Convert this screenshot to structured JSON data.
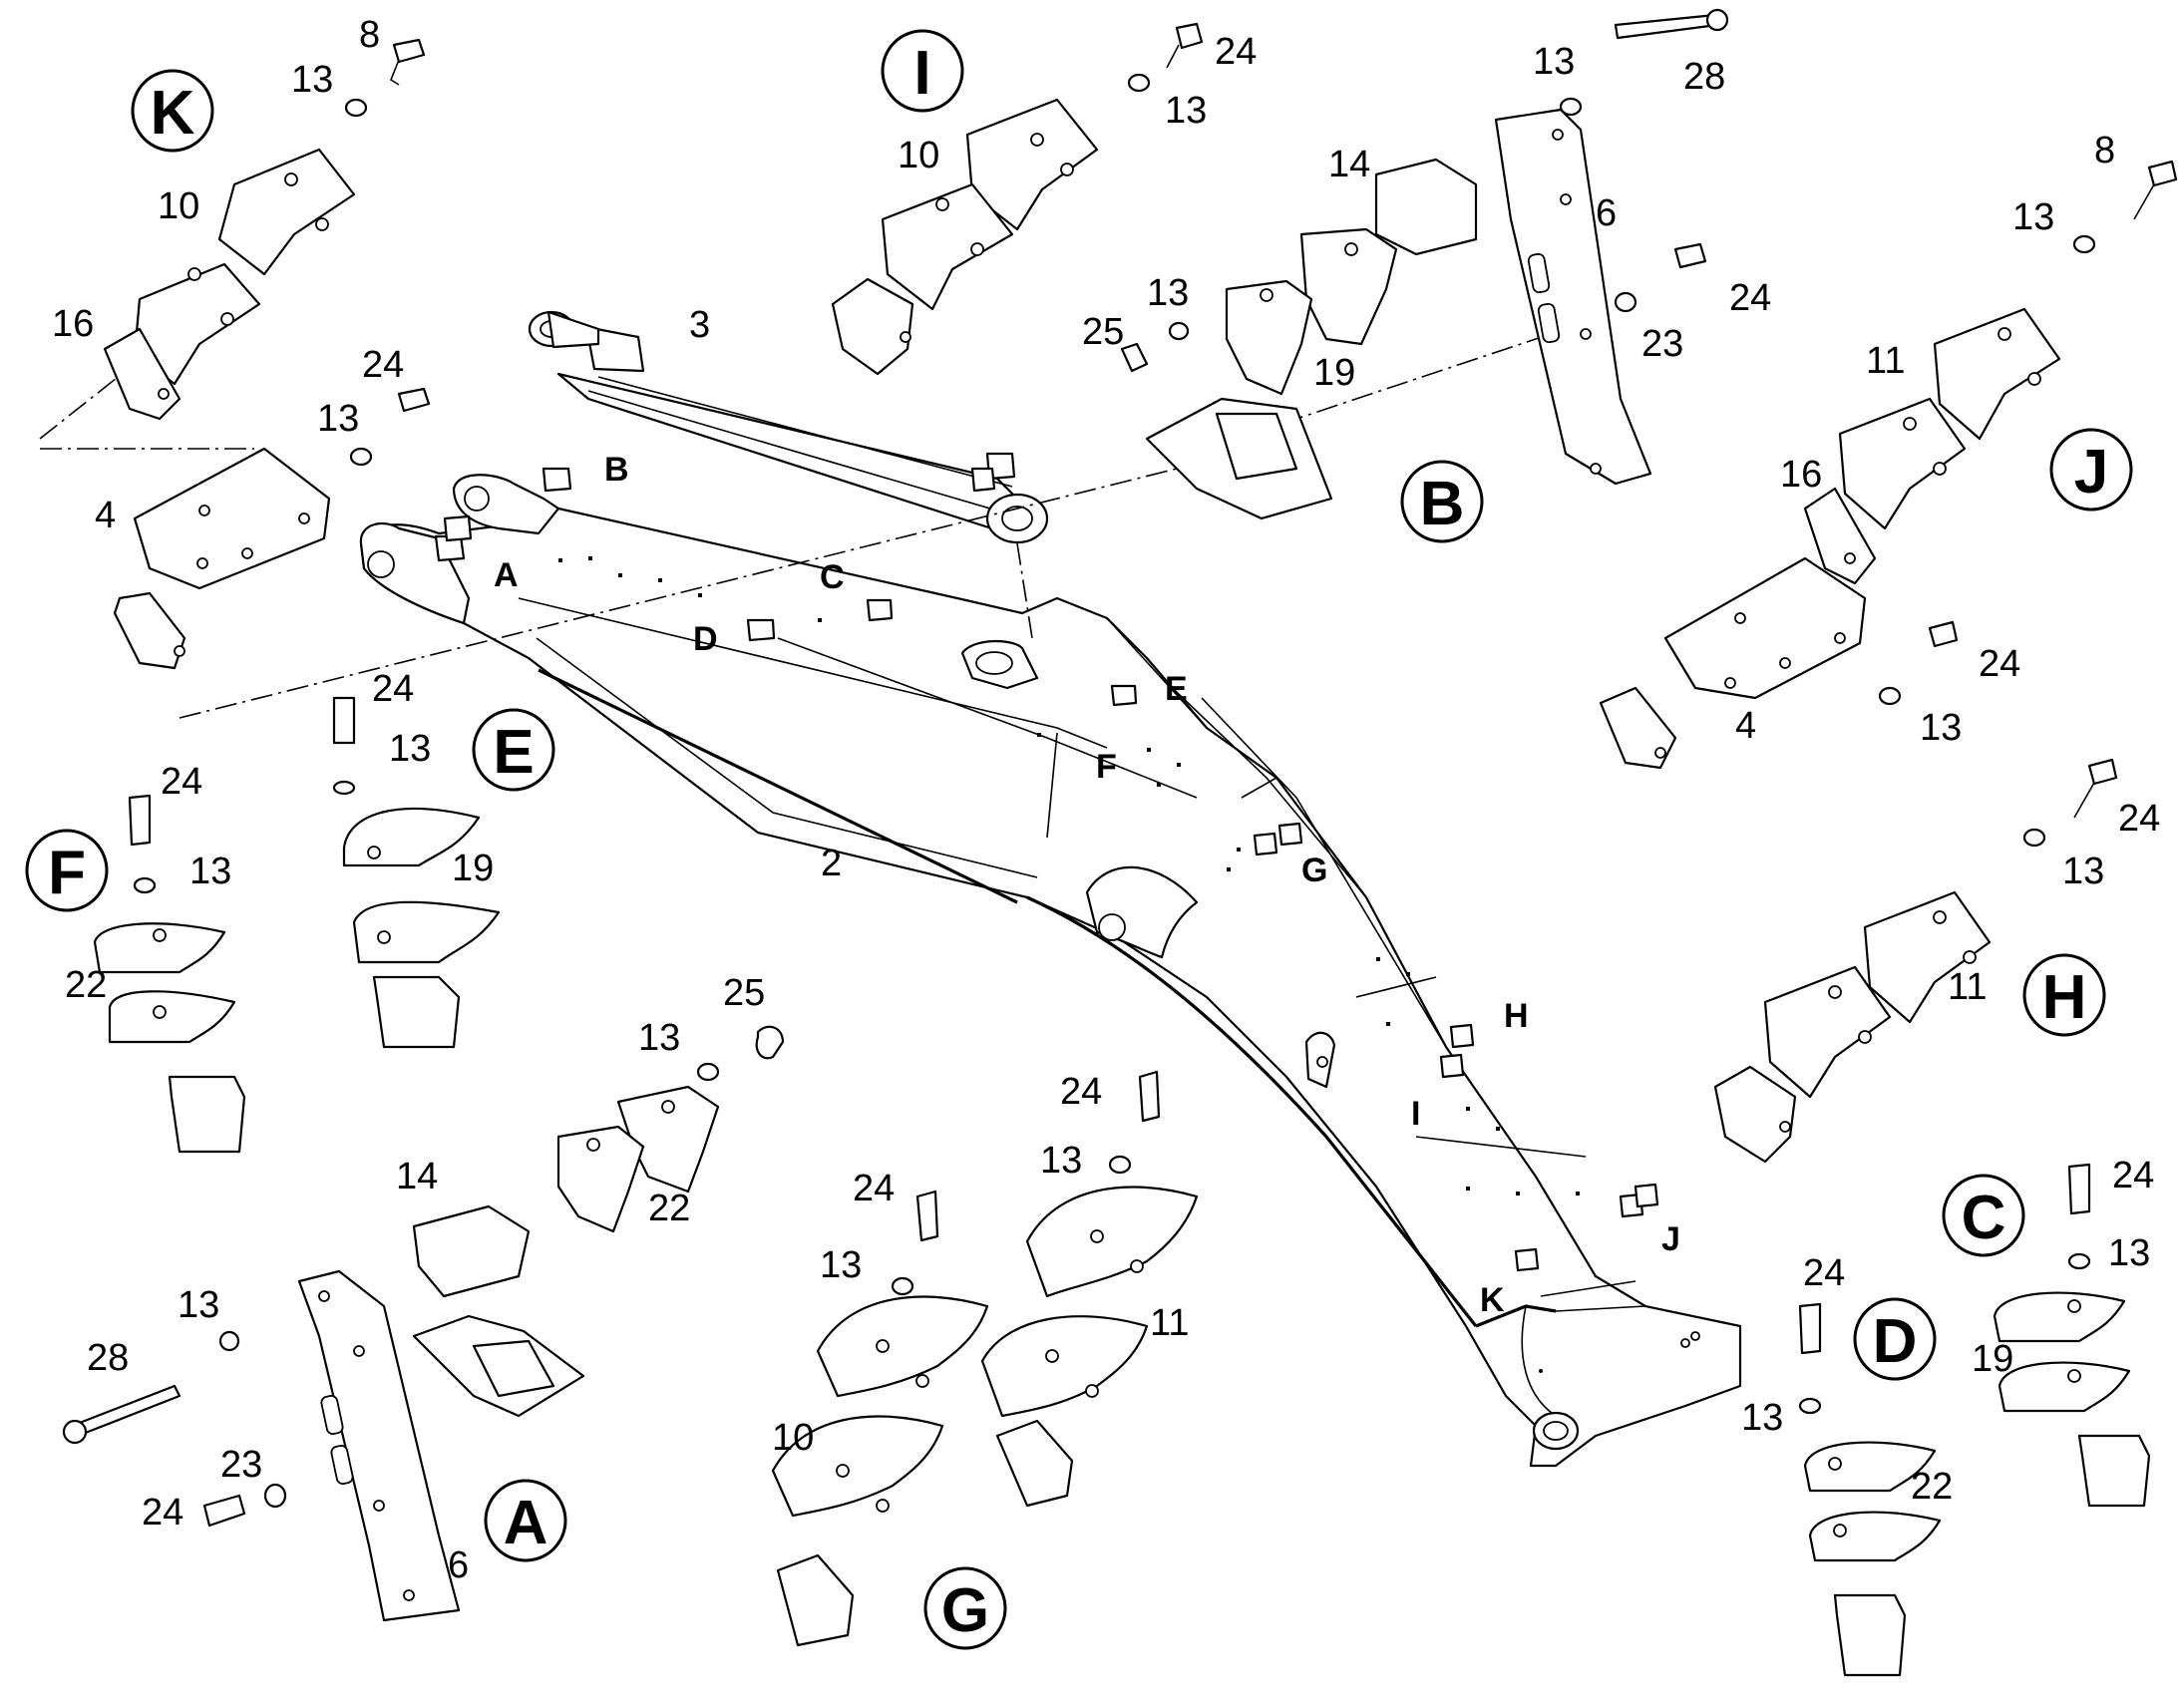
{
  "detail_labels": [
    "K",
    "I",
    "B",
    "J",
    "E",
    "F",
    "H",
    "A",
    "G",
    "C",
    "D"
  ],
  "boom_labels": [
    "A",
    "B",
    "C",
    "D",
    "E",
    "F",
    "G",
    "H",
    "I",
    "J",
    "K"
  ],
  "part_numbers": {
    "boom": "2",
    "cylinder": "3",
    "detail_k": [
      "8",
      "13",
      "10",
      "16",
      "24",
      "13",
      "4"
    ],
    "detail_i": [
      "24",
      "13",
      "10"
    ],
    "detail_b": [
      "13",
      "28",
      "14",
      "6",
      "13",
      "25",
      "19",
      "24",
      "23"
    ],
    "detail_j": [
      "8",
      "13",
      "11",
      "16",
      "4",
      "24",
      "13"
    ],
    "detail_e": [
      "24",
      "13",
      "19"
    ],
    "detail_f": [
      "24",
      "13",
      "22"
    ],
    "detail_h": [
      "24",
      "13",
      "11"
    ],
    "detail_a": [
      "25",
      "13",
      "14",
      "22",
      "13",
      "28",
      "23",
      "24",
      "6"
    ],
    "detail_g": [
      "24",
      "13",
      "24",
      "13",
      "11",
      "10"
    ],
    "detail_c": [
      "24",
      "13",
      "19"
    ],
    "detail_d": [
      "24",
      "13",
      "22"
    ]
  }
}
